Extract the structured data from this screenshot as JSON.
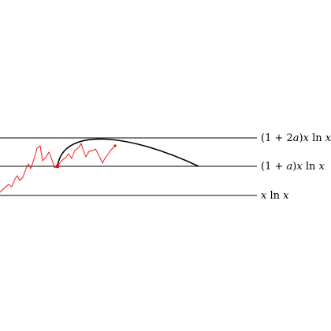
{
  "labels": {
    "top": {
      "paren_open": "(1 + 2",
      "a": "a",
      "paren_close": ")",
      "x1": "x",
      "ln": " ln ",
      "x2": "x"
    },
    "middle": {
      "paren_open": "(1 + ",
      "a": "a",
      "paren_close": ")",
      "x1": "x",
      "ln": " ln ",
      "x2": "x"
    },
    "bottom": {
      "x1": "x",
      "ln": " ln ",
      "x2": "x"
    }
  },
  "colors": {
    "lines": "#000000",
    "path": "#ff0000",
    "points": "#ff0000",
    "excursion": "#000000"
  }
}
